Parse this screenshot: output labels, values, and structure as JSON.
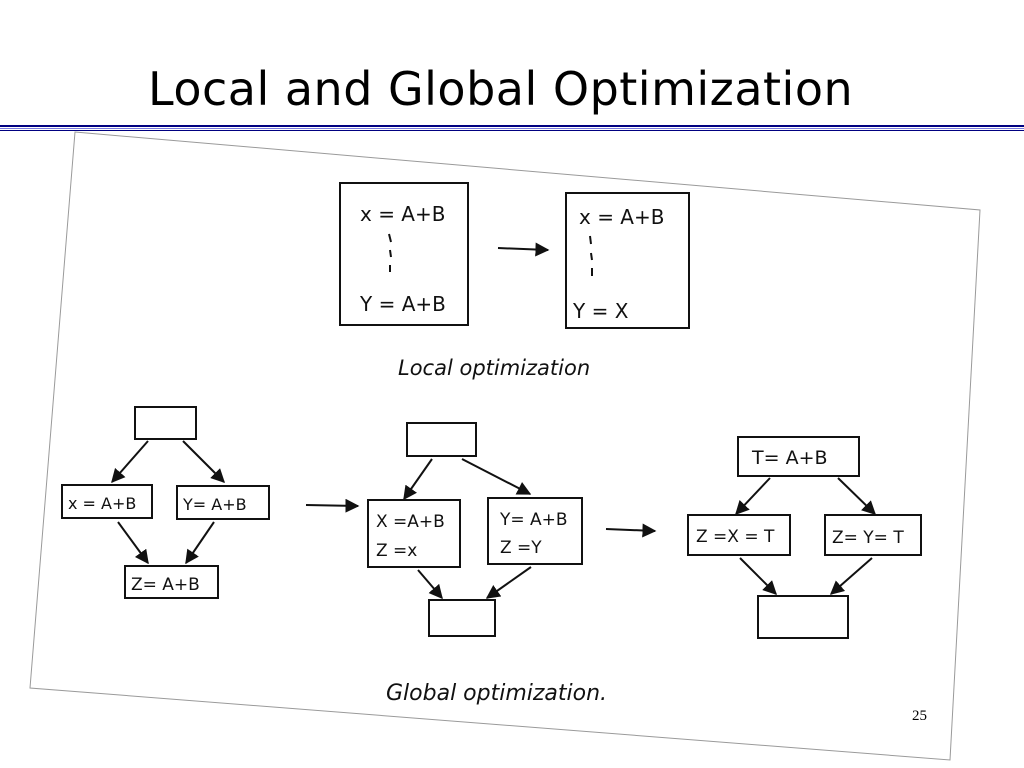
{
  "slide": {
    "title": "Local and Global Optimization",
    "page_number": "25"
  },
  "local": {
    "before": {
      "line1": "x = A+B",
      "line2": "Y = A+B"
    },
    "after": {
      "line1": "x = A+B",
      "line2": "Y = X"
    },
    "caption": "Local optimization"
  },
  "global": {
    "g1": {
      "left": "x = A+B",
      "right": "Y= A+B",
      "join": "Z= A+B"
    },
    "g2": {
      "left1": "X =A+B",
      "left2": "Z =x",
      "right1": "Y= A+B",
      "right2": "Z =Y"
    },
    "g3": {
      "top": "T= A+B",
      "left": "Z =X = T",
      "right": "Z= Y= T"
    },
    "caption": "Global optimization."
  }
}
